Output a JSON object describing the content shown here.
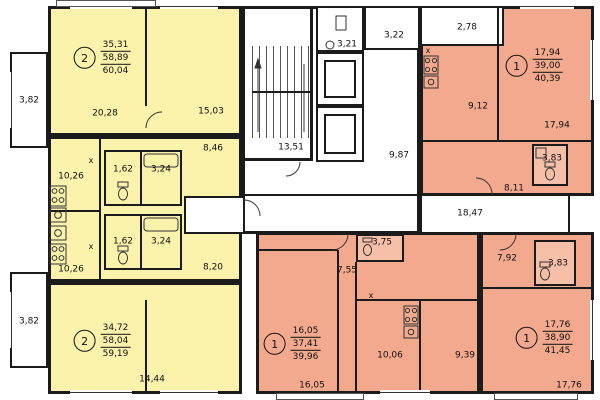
{
  "apartments": [
    {
      "rooms": "2",
      "living": "35,31",
      "area": "58,89",
      "total": "60,04"
    },
    {
      "rooms": "2",
      "living": "34,72",
      "area": "58,04",
      "total": "59,19"
    },
    {
      "rooms": "1",
      "living": "17,94",
      "area": "39,00",
      "total": "40,39"
    },
    {
      "rooms": "1",
      "living": "16,05",
      "area": "37,41",
      "total": "39,96"
    },
    {
      "rooms": "1",
      "living": "17,76",
      "area": "38,90",
      "total": "41,45"
    }
  ],
  "dims": {
    "balcony_top_left": "3,82",
    "room_tl_a": "20,28",
    "room_tl_b": "15,03",
    "hall_tl": "8,46",
    "kitchen_tl": "10,26",
    "wc_tl": "1,62",
    "bath_tl": "3,24",
    "stairs": "13,51",
    "elevator": "3,21",
    "shaft_room": "3,22",
    "loggia_tr": "2,78",
    "kitchen_tr": "9,12",
    "room_tr": "17,94",
    "bath_tr": "3,83",
    "hall_tr": "8,11",
    "lobby": "9,87",
    "corridor": "18,47",
    "wc_bl": "1,62",
    "bath_bl": "3,24",
    "kitchen_bl": "10,26",
    "hall_bl": "8,20",
    "balcony_bottom_left": "3,82",
    "room_bl": "14,44",
    "bath_bm": "3,75",
    "hall_bm": "7,55",
    "room_bm": "16,05",
    "kitchen_bm": "10,06",
    "room_bm2": "9,39",
    "hall_br": "7,92",
    "bath_br": "3,83",
    "room_br": "17,76"
  },
  "misc": {
    "vent_marker": "x"
  },
  "colors": {
    "apartment_yellow": "#FBF2AB",
    "apartment_salmon": "#F2A98D",
    "wall": "#1b1b1b",
    "background": "#ffffff"
  }
}
